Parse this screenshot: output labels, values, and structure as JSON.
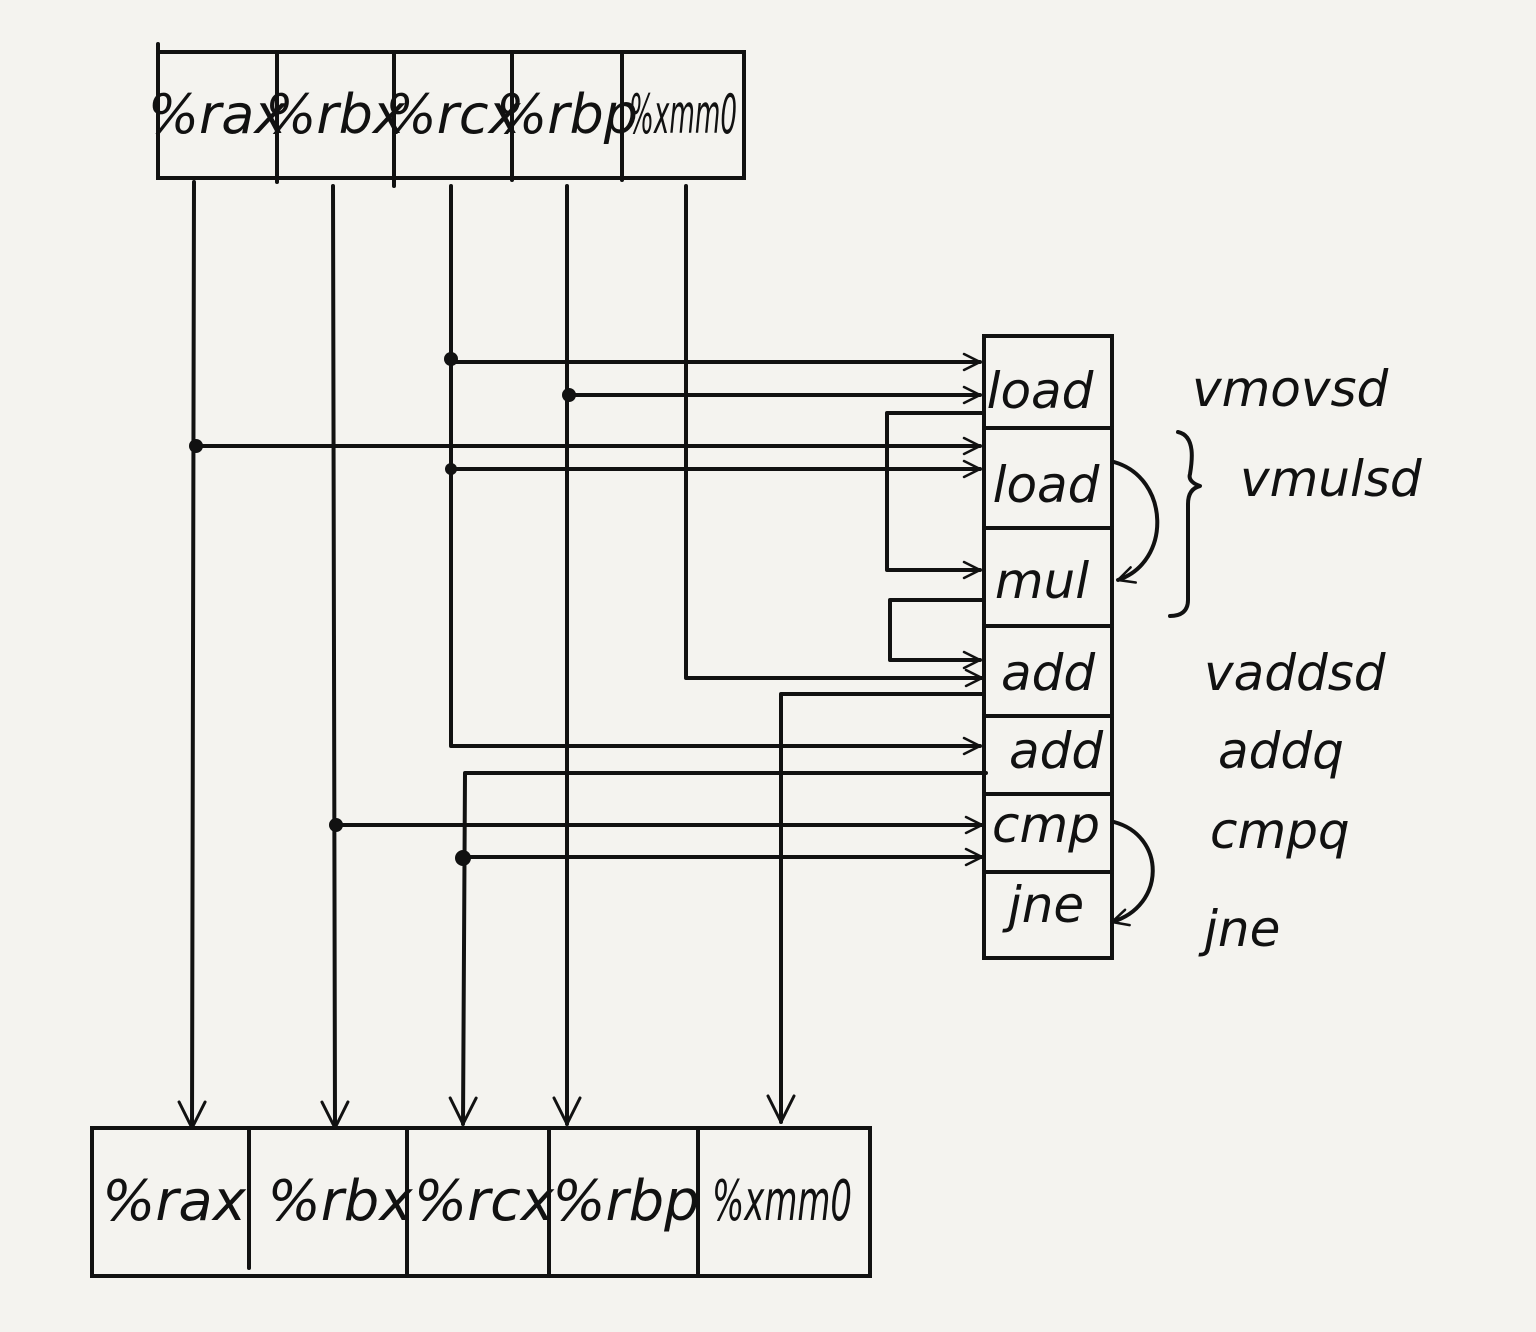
{
  "top_registers": [
    "%rax",
    "%rbx",
    "%rcx",
    "%rbp",
    "%xmm0"
  ],
  "bottom_registers": [
    "%rax",
    "%rbx",
    "%rcx",
    "%rbp",
    "%xmm0"
  ],
  "operations": [
    "load",
    "load",
    "mul",
    "add",
    "add",
    "cmp",
    "jne"
  ],
  "instructions": [
    "vmovsd",
    "vmulsd",
    "vaddsd",
    "addq",
    "cmpq",
    "jne"
  ]
}
